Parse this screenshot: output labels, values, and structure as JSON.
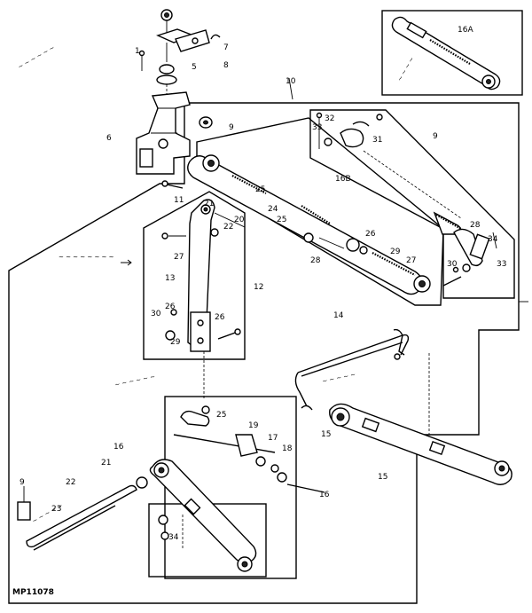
{
  "labels": {
    "n1": "1",
    "n5": "5",
    "n6": "6",
    "n7": "7",
    "n8": "8",
    "n9": "9",
    "n10": "10",
    "n11": "11",
    "n12": "12",
    "n13": "13",
    "n14": "14",
    "n15": "15",
    "n16": "16",
    "n17": "17",
    "n18": "18",
    "n19": "19",
    "n20": "20",
    "n21": "21",
    "n22": "22",
    "n23": "23",
    "n24": "24",
    "n25": "25",
    "n26": "26",
    "n27": "27",
    "n28": "28",
    "n29": "29",
    "n30": "30",
    "n31": "31",
    "n32": "32",
    "n33": "33",
    "n34": "34",
    "n16a": "16A",
    "n16b": "16B"
  },
  "catalog_code": "MP11078"
}
